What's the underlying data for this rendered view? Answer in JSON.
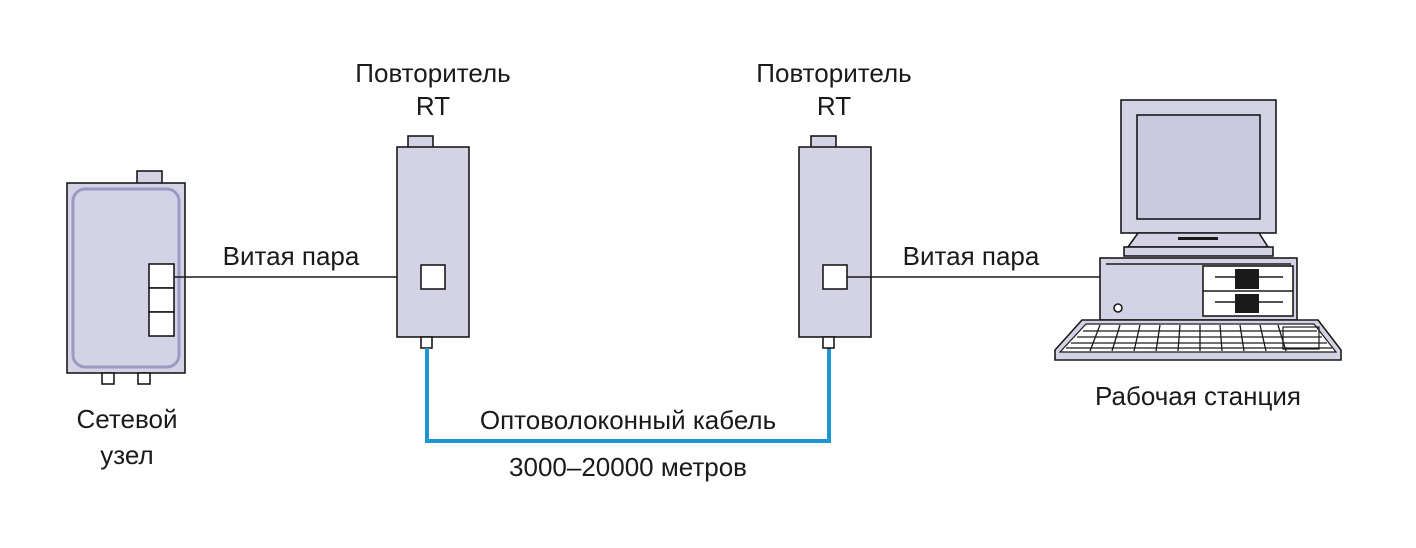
{
  "colors": {
    "device_fill": "#d3d3e5",
    "fiber": "#1e96d2",
    "outline": "#1a1a1a",
    "background": "#ffffff"
  },
  "network_node": {
    "label_line1": "Сетевой",
    "label_line2": "узел"
  },
  "repeater_left": {
    "label_line1": "Повторитель",
    "label_line2": "RT"
  },
  "repeater_right": {
    "label_line1": "Повторитель",
    "label_line2": "RT"
  },
  "workstation": {
    "label": "Рабочая станция"
  },
  "links": {
    "twisted_pair_left": "Витая пара",
    "twisted_pair_right": "Витая пара",
    "fiber_label": "Оптоволоконный кабель",
    "fiber_distance": "3000–20000 метров"
  }
}
